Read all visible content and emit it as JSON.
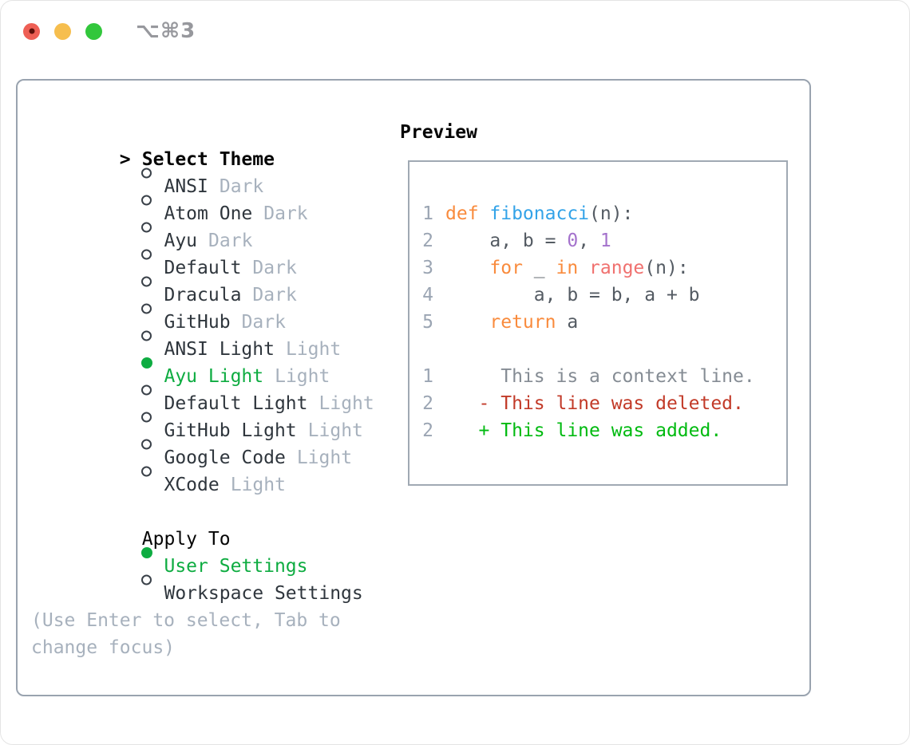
{
  "window": {
    "shortcut": "⌥⌘3"
  },
  "theme_panel": {
    "prompt": ">",
    "title": "Select Theme",
    "items": [
      {
        "name": "ANSI",
        "variant": "Dark",
        "selected": false
      },
      {
        "name": "Atom One",
        "variant": "Dark",
        "selected": false
      },
      {
        "name": "Ayu",
        "variant": "Dark",
        "selected": false
      },
      {
        "name": "Default",
        "variant": "Dark",
        "selected": false
      },
      {
        "name": "Dracula",
        "variant": "Dark",
        "selected": false
      },
      {
        "name": "GitHub",
        "variant": "Dark",
        "selected": false
      },
      {
        "name": "ANSI Light",
        "variant": "Light",
        "selected": false
      },
      {
        "name": "Ayu Light",
        "variant": "Light",
        "selected": true
      },
      {
        "name": "Default Light",
        "variant": "Light",
        "selected": false
      },
      {
        "name": "GitHub Light",
        "variant": "Light",
        "selected": false
      },
      {
        "name": "Google Code",
        "variant": "Light",
        "selected": false
      },
      {
        "name": "XCode",
        "variant": "Light",
        "selected": false
      }
    ],
    "apply_to": {
      "title": "Apply To",
      "options": [
        {
          "label": "User Settings",
          "selected": true
        },
        {
          "label": "Workspace Settings",
          "selected": false
        }
      ]
    },
    "hint": "(Use Enter to select, Tab to change focus)"
  },
  "preview": {
    "title": "Preview",
    "code_lines": [
      {
        "num": "1",
        "tokens": [
          {
            "text": "def ",
            "style": "kw"
          },
          {
            "text": "fibonacci",
            "style": "fn"
          },
          {
            "text": "(n):",
            "style": "fg"
          }
        ]
      },
      {
        "num": "2",
        "tokens": [
          {
            "text": "    a, b = ",
            "style": "fg"
          },
          {
            "text": "0",
            "style": "num"
          },
          {
            "text": ", ",
            "style": "fg"
          },
          {
            "text": "1",
            "style": "num"
          }
        ]
      },
      {
        "num": "3",
        "tokens": [
          {
            "text": "    ",
            "style": "fg"
          },
          {
            "text": "for",
            "style": "kw"
          },
          {
            "text": " _ ",
            "style": "fg"
          },
          {
            "text": "in",
            "style": "kw"
          },
          {
            "text": " ",
            "style": "fg"
          },
          {
            "text": "range",
            "style": "call"
          },
          {
            "text": "(n):",
            "style": "fg"
          }
        ]
      },
      {
        "num": "4",
        "tokens": [
          {
            "text": "        a, b = b, a + b",
            "style": "fg"
          }
        ]
      },
      {
        "num": "5",
        "tokens": [
          {
            "text": "    ",
            "style": "fg"
          },
          {
            "text": "return",
            "style": "kw"
          },
          {
            "text": " a",
            "style": "fg"
          }
        ]
      },
      {
        "num": "",
        "tokens": []
      },
      {
        "num": "1",
        "tokens": [
          {
            "text": "     This is a context line.",
            "style": "ctx"
          }
        ]
      },
      {
        "num": "2",
        "tokens": [
          {
            "text": "   - This line was deleted.",
            "style": "del"
          }
        ]
      },
      {
        "num": "2",
        "tokens": [
          {
            "text": "   + This line was added.",
            "style": "add"
          }
        ]
      }
    ]
  },
  "colors": {
    "selection_green": "#0eac41",
    "diff_added_green": "#00ba10",
    "diff_deleted_red": "#c23a28",
    "keyword_orange": "#f98b3d",
    "function_blue": "#33a3e8",
    "call_coral": "#f0716f",
    "number_purple": "#a472cc",
    "code_foreground": "#545b63",
    "muted_gray": "#a7b1bd",
    "border_gray": "#99a3af",
    "traffic_red": "#ee5f55",
    "traffic_yellow": "#f6be4e",
    "traffic_green": "#32c73c"
  }
}
